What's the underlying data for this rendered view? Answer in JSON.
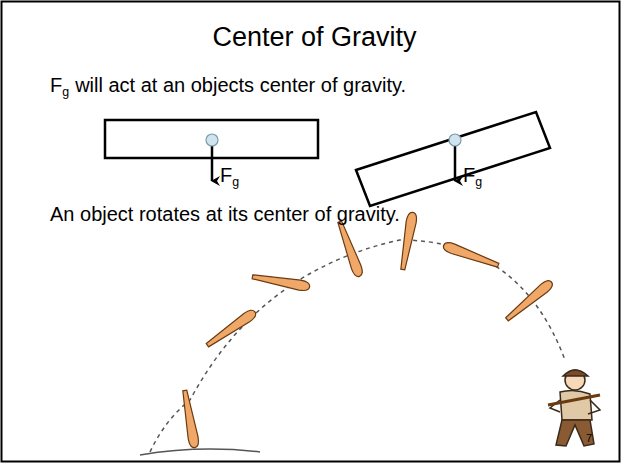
{
  "diagram": {
    "title": "Center of Gravity",
    "labels": [
      "F",
      "g",
      "will act at an objects center of gravity.",
      "F",
      "g",
      "F",
      "g",
      "An object rotates at its center of gravity.",
      "7"
    ]
  }
}
